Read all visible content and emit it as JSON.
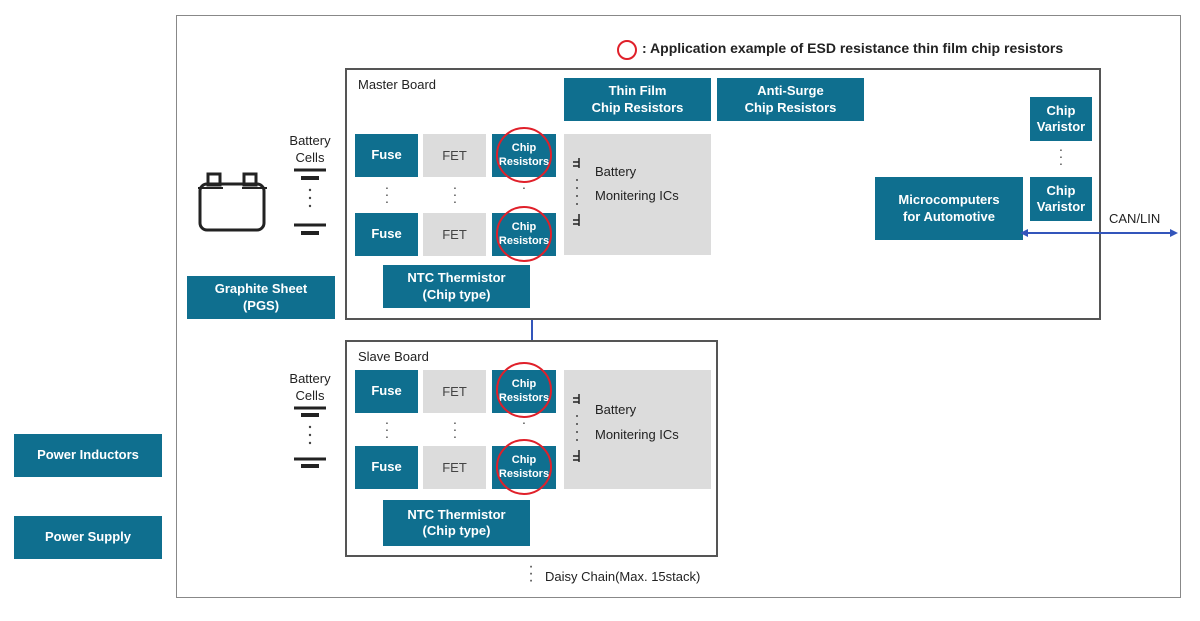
{
  "legend": {
    "text": ": Application example of ESD resistance thin film chip resistors"
  },
  "master_board": {
    "title": "Master Board",
    "battery_cells": "Battery\nCells",
    "fuse_top": "Fuse",
    "fuse_bottom": "Fuse",
    "fet_top": "FET",
    "fet_bottom": "FET",
    "chip_top": "Chip\nResistors",
    "chip_bottom": "Chip\nResistors",
    "bmic_line1": "Battery",
    "bmic_line2": "Monitering ICs",
    "thin_film": "Thin Film\nChip Resistors",
    "anti_surge": "Anti-Surge\nChip Resistors",
    "ntc": "NTC Thermistor\n(Chip type)",
    "micro": "Microcomputers\nfor Automotive",
    "varistor_top": "Chip\nVaristor",
    "varistor_bottom": "Chip\nVaristor"
  },
  "graphite_sheet": "Graphite Sheet\n(PGS)",
  "can_lin": "CAN/LIN",
  "slave_board": {
    "title": "Slave Board",
    "battery_cells": "Battery\nCells",
    "fuse_top": "Fuse",
    "fuse_bottom": "Fuse",
    "fet_top": "FET",
    "fet_bottom": "FET",
    "chip_top": "Chip\nResistors",
    "chip_bottom": "Chip\nResistors",
    "bmic_line1": "Battery",
    "bmic_line2": "Monitering ICs",
    "ntc": "NTC Thermistor\n(Chip type)"
  },
  "daisy_chain": "Daisy Chain(Max. 15stack)",
  "power_inductors": "Power Inductors",
  "power_supply": "Power Supply",
  "colors": {
    "component_blue": "#0f6f8f",
    "ic_grey": "#dcdcdc",
    "highlight_red": "#e0202a",
    "bus_line": "#3355bb"
  }
}
